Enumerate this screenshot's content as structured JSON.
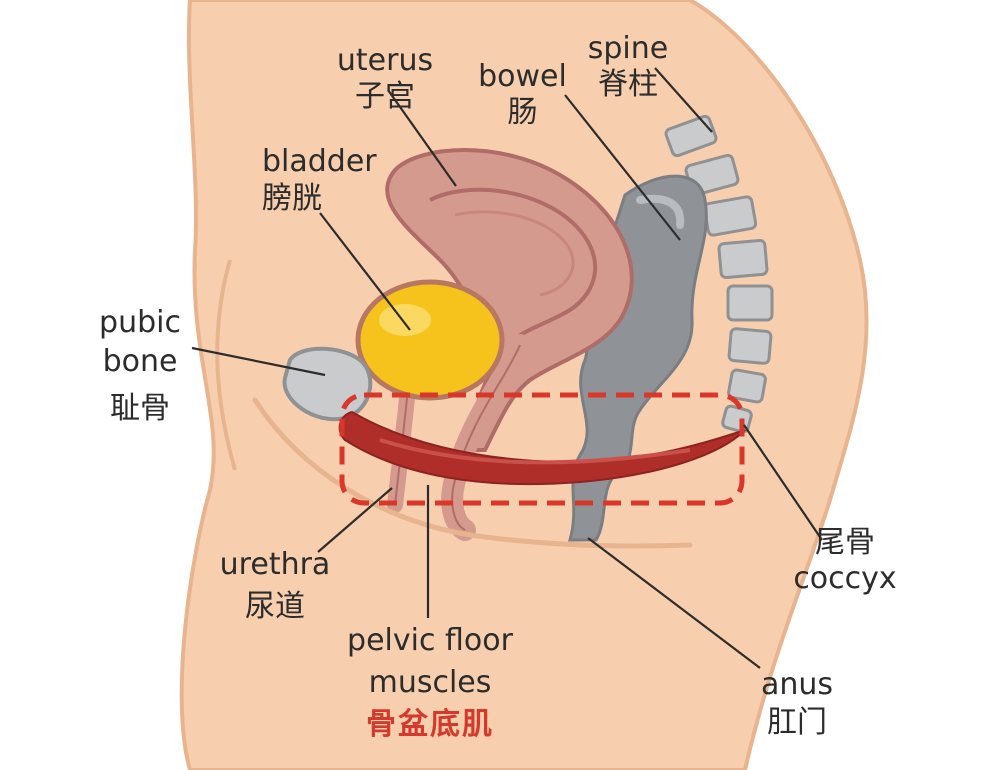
{
  "labels": {
    "uterus": {
      "en": "uterus",
      "zh": "子宫"
    },
    "bowel": {
      "en": "bowel",
      "zh": "肠"
    },
    "spine": {
      "en": "spine",
      "zh": "脊柱"
    },
    "bladder": {
      "en": "bladder",
      "zh": "膀胱"
    },
    "pubic_bone": {
      "en_line1": "pubic",
      "en_line2": "bone",
      "zh": "耻骨"
    },
    "urethra": {
      "en": "urethra",
      "zh": "尿道"
    },
    "pelvic_floor": {
      "en_line1": "pelvic floor",
      "en_line2": "muscles",
      "zh": "骨盆底肌"
    },
    "coccyx": {
      "zh": "尾骨",
      "en": "coccyx"
    },
    "anus": {
      "en": "anus",
      "zh": "肛门"
    }
  },
  "colors": {
    "skin": "#f8cfae",
    "skin_outline": "#e8b48f",
    "uterus": "#d49a8d",
    "uterus_outline": "#b06c68",
    "bladder": "#f6c21c",
    "bladder_outline": "#b87760",
    "bowel": "#8f9398",
    "bone": "#c9cbcd",
    "bone_outline": "#8f9193",
    "muscle": "#b02e2a",
    "dash_box": "#d8372a",
    "accent_text": "#d33a2c"
  }
}
